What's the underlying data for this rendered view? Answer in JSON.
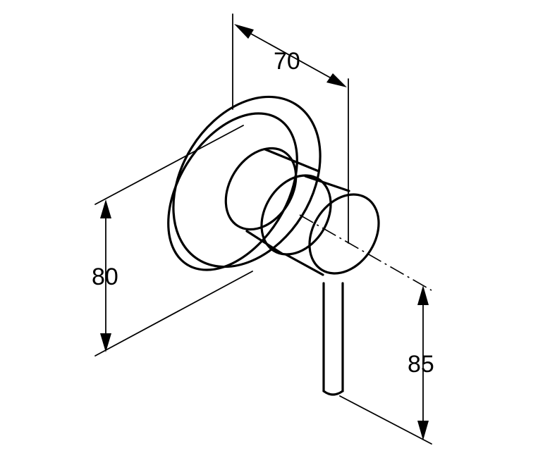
{
  "dimensions": {
    "width_label": "70",
    "height_label": "80",
    "lever_label": "85"
  }
}
